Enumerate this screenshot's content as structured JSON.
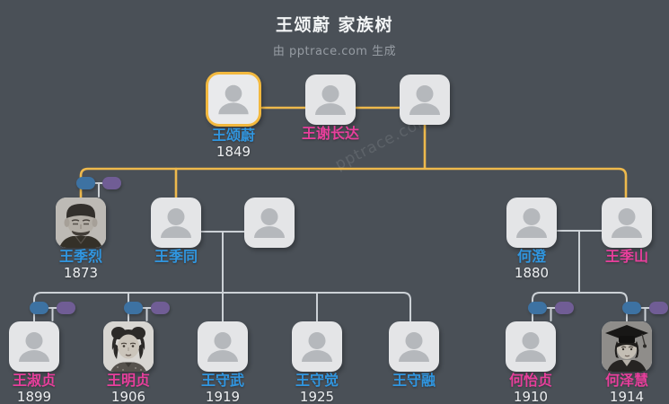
{
  "header": {
    "title": "王颂蔚 家族树",
    "subtitle": "由 pptrace.com 生成"
  },
  "watermark": "pptrace.com",
  "colors": {
    "background": "#4a5057",
    "male_name": "#3096e0",
    "female_name": "#e83f9c",
    "year_text": "#edeff1",
    "root_family_line": "#eeb94c",
    "descendant_line": "#ccd1d6",
    "highlight_border": "#f2b83e",
    "collapsed_male_badge": "#3d72a2",
    "collapsed_spouse_badge": "#705d95",
    "node_fill": "#e4e5e7"
  },
  "people": [
    {
      "name": "王颂蔚",
      "year": "1849",
      "name_color": "blue",
      "generation": 1,
      "highlighted": true
    },
    {
      "name": "王谢长达",
      "year": "",
      "name_color": "pink",
      "generation": 1
    },
    {
      "name": "",
      "year": "",
      "generation": 1
    },
    {
      "name": "王季烈",
      "year": "1873",
      "name_color": "blue",
      "generation": 2,
      "photo": "elderly man with cap and mustache, b/w portrait",
      "collapsed_badges": true
    },
    {
      "name": "王季同",
      "year": "",
      "name_color": "blue",
      "generation": 2
    },
    {
      "name": "",
      "year": "",
      "generation": 2
    },
    {
      "name": "何澄",
      "year": "1880",
      "name_color": "blue",
      "generation": 2
    },
    {
      "name": "王季山",
      "year": "",
      "name_color": "pink",
      "generation": 2
    },
    {
      "name": "王淑贞",
      "year": "1899",
      "name_color": "pink",
      "generation": 3,
      "collapsed_badges": true
    },
    {
      "name": "王明贞",
      "year": "1906",
      "name_color": "pink",
      "generation": 3,
      "photo": "young woman, b/w portrait",
      "collapsed_badges": true
    },
    {
      "name": "王守武",
      "year": "1919",
      "name_color": "blue",
      "generation": 3
    },
    {
      "name": "王守觉",
      "year": "1925",
      "name_color": "blue",
      "generation": 3
    },
    {
      "name": "王守融",
      "year": "",
      "name_color": "blue",
      "generation": 3
    },
    {
      "name": "何怡贞",
      "year": "1910",
      "name_color": "pink",
      "generation": 3,
      "collapsed_badges": true
    },
    {
      "name": "何泽慧",
      "year": "1914",
      "name_color": "pink",
      "generation": 3,
      "photo": "young woman wearing graduation cap, b/w portrait",
      "collapsed_badges": true
    }
  ]
}
